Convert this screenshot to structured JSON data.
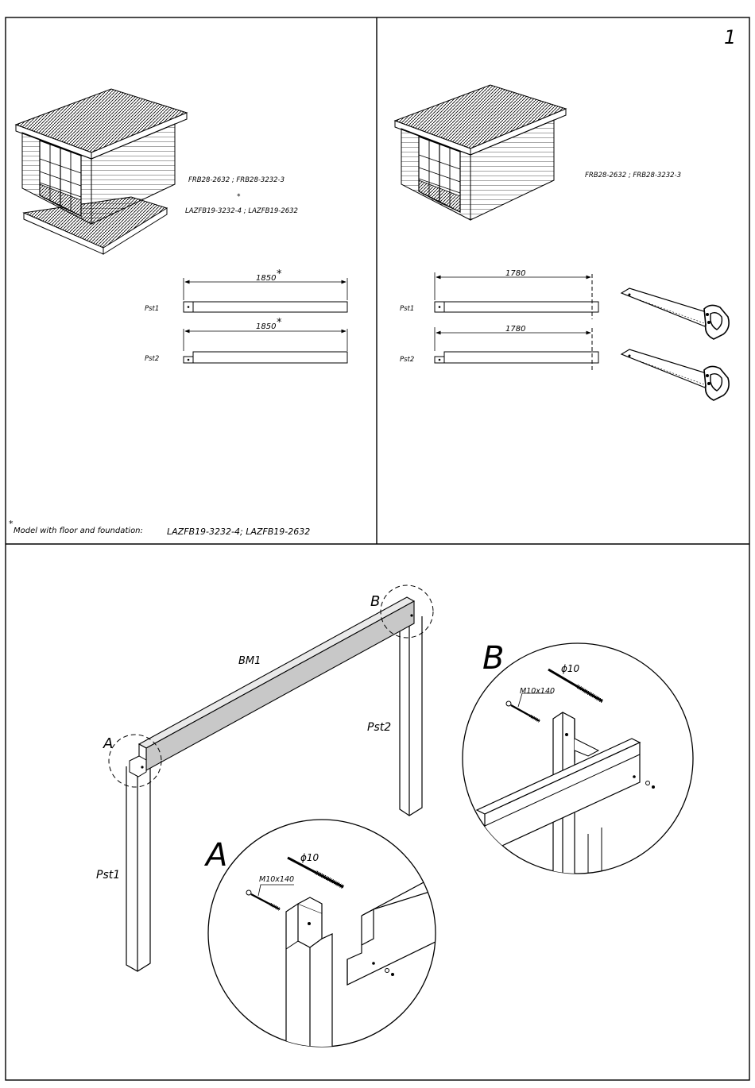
{
  "page": {
    "number": "1"
  },
  "panel_left": {
    "model_codes": "FRB28-2632 ; FRB28-3232-3",
    "asterisk": "*",
    "model_codes_floor": "LAZFB19-3232-4 ; LAZFB19-2632",
    "beams": [
      {
        "label": "Pst1",
        "length": "1850",
        "star": "*"
      },
      {
        "label": "Pst2",
        "length": "1850",
        "star": "*"
      }
    ],
    "footnote_star": "*",
    "footnote_text": "Model with floor and foundation:",
    "footnote_models": "LAZFB19-3232-4; LAZFB19-2632"
  },
  "panel_right": {
    "model_codes": "FRB28-2632 ; FRB28-3232-3",
    "beams": [
      {
        "label": "Pst1",
        "length": "1780"
      },
      {
        "label": "Pst2",
        "length": "1780"
      }
    ],
    "tool_icons": [
      "saw-icon",
      "saw-icon"
    ]
  },
  "assembly": {
    "beam_label": "BM1",
    "post_left_label": "Pst1",
    "post_right_label": "Pst2",
    "callout_a": "A",
    "callout_b": "B",
    "detail_a": {
      "letter": "A",
      "drill": "ϕ10",
      "bolt": "M10x140"
    },
    "detail_b": {
      "letter": "B",
      "drill": "ϕ10",
      "bolt": "M10x140"
    }
  }
}
